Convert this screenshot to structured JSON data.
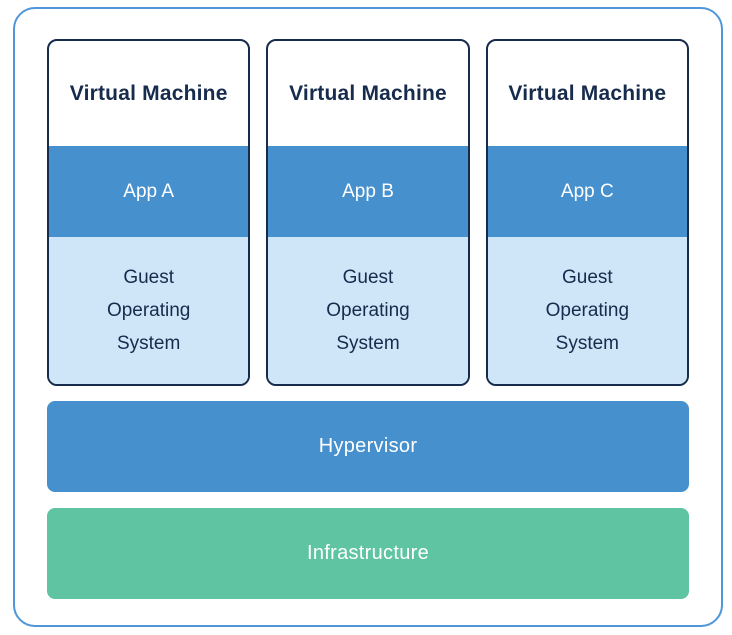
{
  "diagram": {
    "type": "architecture-stack",
    "colors": {
      "outer_border": "#4E97D9",
      "navy": "#172B4D",
      "blue": "#4590CD",
      "light_blue": "#CEE6F7",
      "green": "#5FC4A2"
    },
    "vms": [
      {
        "title": "Virtual Machine",
        "app": "App A",
        "guest_os": "Guest\nOperating\nSystem"
      },
      {
        "title": "Virtual Machine",
        "app": "App B",
        "guest_os": "Guest\nOperating\nSystem"
      },
      {
        "title": "Virtual Machine",
        "app": "App C",
        "guest_os": "Guest\nOperating\nSystem"
      }
    ],
    "layers": [
      {
        "label": "Hypervisor"
      },
      {
        "label": "Infrastructure"
      }
    ]
  }
}
